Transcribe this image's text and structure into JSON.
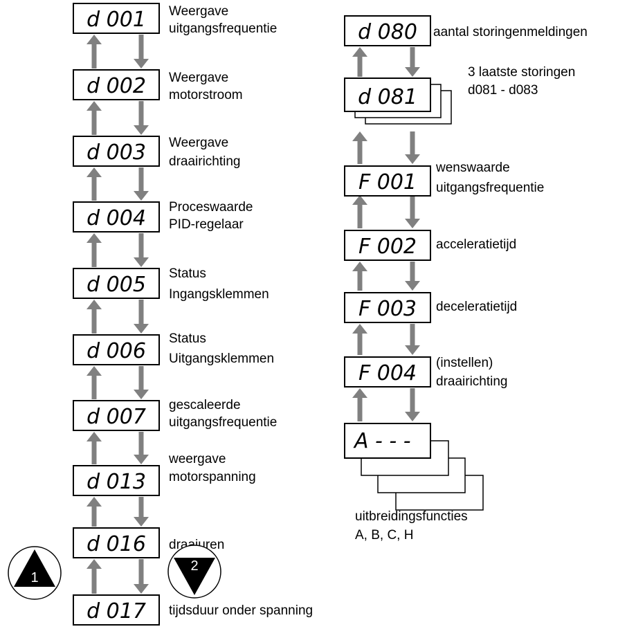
{
  "left_column": [
    {
      "code": "d 001",
      "label": [
        "Weergave",
        "uitgangsfrequentie"
      ]
    },
    {
      "code": "d 002",
      "label": [
        "Weergave",
        "motorstroom"
      ]
    },
    {
      "code": "d 003",
      "label": [
        "Weergave",
        "draairichting"
      ]
    },
    {
      "code": "d 004",
      "label": [
        "Proceswaarde",
        "PID-regelaar"
      ]
    },
    {
      "code": "d 005",
      "label": [
        "Status",
        "Ingangsklemmen"
      ]
    },
    {
      "code": "d 006",
      "label": [
        "Status",
        "Uitgangsklemmen"
      ]
    },
    {
      "code": "d 007",
      "label": [
        "gescaleerde",
        "uitgangsfrequentie"
      ]
    },
    {
      "code": "d 013",
      "label": [
        "weergave",
        "motorspanning"
      ]
    },
    {
      "code": "d 016",
      "label": [
        "draaiuren"
      ]
    },
    {
      "code": "d 017",
      "label": [
        "tijdsduur onder spanning"
      ]
    }
  ],
  "right_column": [
    {
      "code": "d 080",
      "label": [
        "aantal storingenmeldingen"
      ]
    },
    {
      "code": "d 081",
      "label": [
        "3 laatste storingen",
        "d081 - d083"
      ],
      "stacked": true
    },
    {
      "code": "F 001",
      "label": [
        "wenswaarde",
        "uitgangsfrequentie"
      ]
    },
    {
      "code": "F 002",
      "label": [
        "acceleratietijd"
      ]
    },
    {
      "code": "F 003",
      "label": [
        "deceleratietijd"
      ]
    },
    {
      "code": "F 004",
      "label": [
        "(instellen)",
        "draairichting"
      ]
    },
    {
      "code": "A - - -",
      "label": [
        "uitbreidingsfuncties",
        "A, B, C, H"
      ],
      "stacked": true
    }
  ],
  "buttons": [
    {
      "name": "up-button",
      "number": "1",
      "direction": "up"
    },
    {
      "name": "down-button",
      "number": "2",
      "direction": "down"
    }
  ],
  "colors": {
    "arrow": "#808080",
    "box_border": "#000000",
    "background": "#ffffff"
  }
}
